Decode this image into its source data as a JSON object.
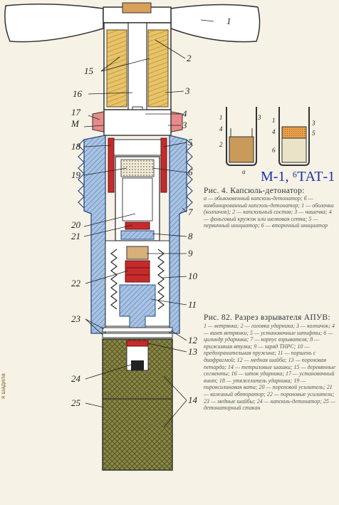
{
  "diagram": {
    "callouts_left": [
      {
        "n": "15"
      },
      {
        "n": "16"
      },
      {
        "n": "17"
      },
      {
        "n": "M"
      },
      {
        "n": "18"
      },
      {
        "n": "19"
      },
      {
        "n": "20"
      },
      {
        "n": "21"
      },
      {
        "n": "22"
      },
      {
        "n": "23"
      },
      {
        "n": "24"
      },
      {
        "n": "25"
      }
    ],
    "callouts_right": [
      {
        "n": "1"
      },
      {
        "n": "2"
      },
      {
        "n": "3"
      },
      {
        "n": "4"
      },
      {
        "n": "3"
      },
      {
        "n": "5"
      },
      {
        "n": "6"
      },
      {
        "n": "7"
      },
      {
        "n": "8"
      },
      {
        "n": "9"
      },
      {
        "n": "10"
      },
      {
        "n": "11"
      },
      {
        "n": "12"
      },
      {
        "n": "13"
      },
      {
        "n": "14"
      }
    ],
    "colors": {
      "wood": "#e7c46a",
      "wood_grain": "#b88a2a",
      "metal": "#ffffff",
      "blue_body": "#8fb3d9",
      "blue_hatch": "#4f78b0",
      "red": "#c62b2b",
      "green_charge": "#7c7a3a",
      "paper": "#f6f2e6"
    }
  },
  "inset": {
    "cap_a_labels": [
      "1",
      "4",
      "2",
      "3"
    ],
    "cap_b_labels": [
      "1",
      "4",
      "6",
      "3",
      "5"
    ],
    "sub_label": "a",
    "handwritten": "M-1, ⁶ТАТ-1"
  },
  "fig4": {
    "title": "Рис. 4. Капсюль-детонатор:",
    "body": "а — обыкновенный капсюль-детонатор; б — комбинированный капсюль-детонатор; 1 — оболочка (колпачок); 2 — капсюльный состав; 3 — чашечка; 4 — фольговый кружок или шелковая сетка; 5 — первичный инициатор; 6 — вторичный инициатор"
  },
  "fig82": {
    "title": "Рис. 82. Разрез взрывателя АПУВ:",
    "body": "1 — ветрянка; 2 — головка ударника; 3 — колпачок; 4 — винт ветрянки; 5 — установочные штифты; 6 — цилиндр ударника; 7 — корпус взрывателя; 8 — прижимная втулка; 9 — заряд ТНРС; 10 — предохранительная пружина; 11 — поршень с диафрагмой; 12 — медная шайба; 13 — пороховая петарда; 14 — тетриловые шашки; 15 — деревянные сегменты; 16 — шток ударника; 17 — установочный винт; 18 — утяжелитель ударника; 19 — пироксилиновая вата; 20 — пороховой усилитель; 21 — кожаный обтюратор; 22 — пороховые усилители; 23 — медные шайбы; 24 — капсюль-детонатор; 25 — детонаторный стакан"
  },
  "margin_text": "я   шадила"
}
